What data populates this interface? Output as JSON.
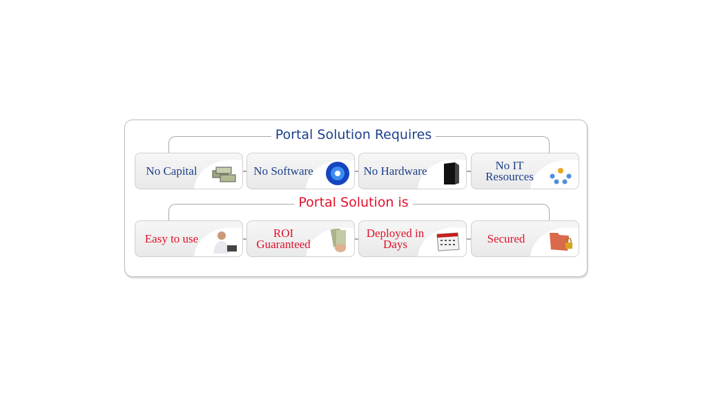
{
  "requires": {
    "title": "Portal Solution Requires",
    "items": [
      {
        "label": "No Capital",
        "icon": "money-stack-icon"
      },
      {
        "label": "No Software",
        "icon": "cd-disc-icon"
      },
      {
        "label": "No Hardware",
        "icon": "server-tower-icon"
      },
      {
        "label": "No IT Resources",
        "icon": "people-network-icon"
      }
    ]
  },
  "is": {
    "title": "Portal Solution is",
    "items": [
      {
        "label": "Easy to use",
        "icon": "person-laptop-icon"
      },
      {
        "label": "ROI Guaranteed",
        "icon": "cash-in-hand-icon"
      },
      {
        "label": "Deployed in Days",
        "icon": "calendar-icon"
      },
      {
        "label": "Secured",
        "icon": "locked-folder-icon"
      }
    ]
  },
  "colors": {
    "blue": "#1c3f8a",
    "red": "#e0102a"
  }
}
